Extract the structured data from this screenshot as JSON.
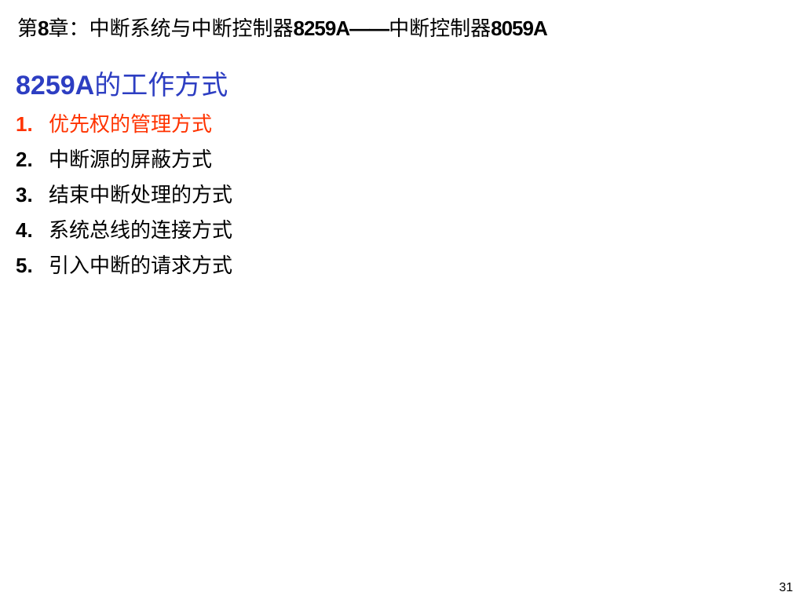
{
  "title": {
    "prefix": "第",
    "chapter_no": "8",
    "middle": "章：中断系统与中断控制器",
    "chip": "8259A",
    "dash": "——",
    "suffix": "中断控制器",
    "chip2": "8059A"
  },
  "subtitle": {
    "chip": "8259A",
    "text": "的工作方式",
    "color": "#2d3ec2"
  },
  "items": [
    {
      "num": "1.",
      "text": "优先权的管理方式",
      "color": "#ff3300"
    },
    {
      "num": "2.",
      "text": "中断源的屏蔽方式",
      "color": "#000000"
    },
    {
      "num": "3.",
      "text": "结束中断处理的方式",
      "color": "#000000"
    },
    {
      "num": "4.",
      "text": "系统总线的连接方式",
      "color": "#000000"
    },
    {
      "num": "5.",
      "text": "引入中断的请求方式",
      "color": "#000000"
    }
  ],
  "page_number": "31"
}
